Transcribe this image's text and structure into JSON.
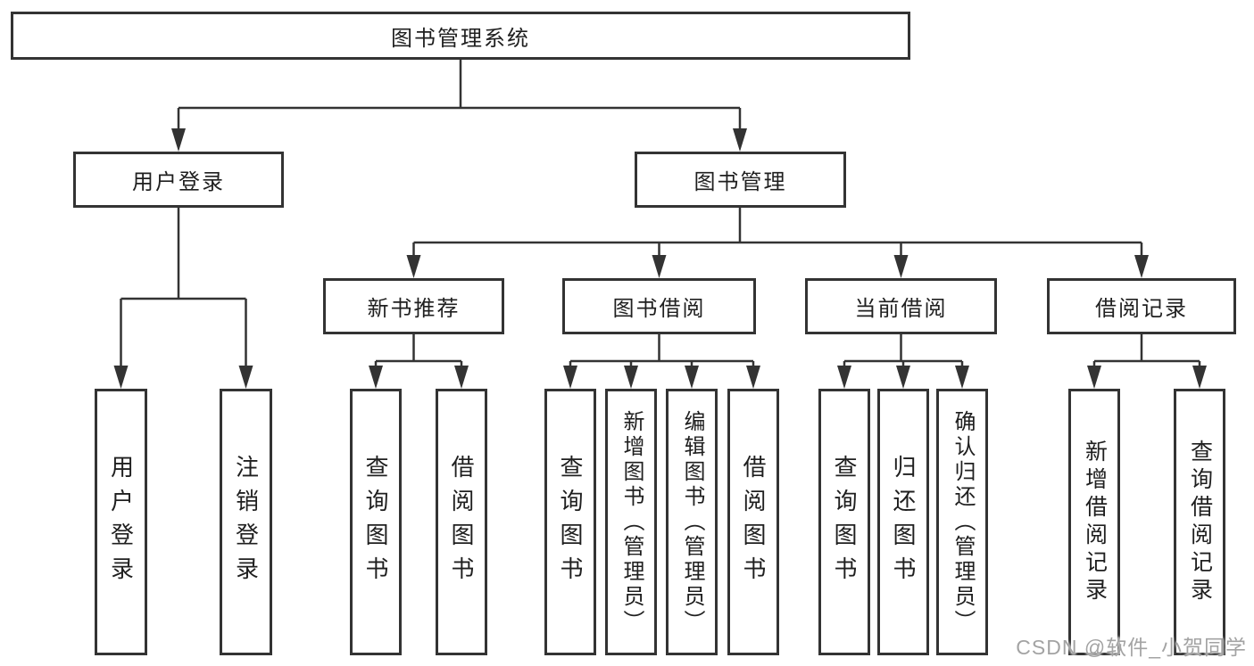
{
  "nodes": {
    "root": "图书管理系统",
    "level2": [
      "用户登录",
      "图书管理"
    ],
    "level3": [
      "新书推荐",
      "图书借阅",
      "当前借阅",
      "借阅记录"
    ]
  },
  "leaves": {
    "user": [
      "用户登录",
      "注销登录"
    ],
    "recommend": [
      "查询图书",
      "借阅图书"
    ],
    "borrow": [
      "查询图书",
      "新增图书（管理员）",
      "编辑图书（管理员）",
      "借阅图书"
    ],
    "current": [
      "查询图书",
      "归还图书",
      "确认归还（管理员）"
    ],
    "records": [
      "新增借阅记录",
      "查询借阅记录"
    ]
  },
  "watermark": "CSDN @软件_小贺同学",
  "colors": {
    "line": "#333333",
    "box_border": "#333333",
    "box_fill": "#ffffff",
    "text": "#1f1f1f",
    "watermark": "#a3a3a3",
    "background": "#ffffff"
  }
}
